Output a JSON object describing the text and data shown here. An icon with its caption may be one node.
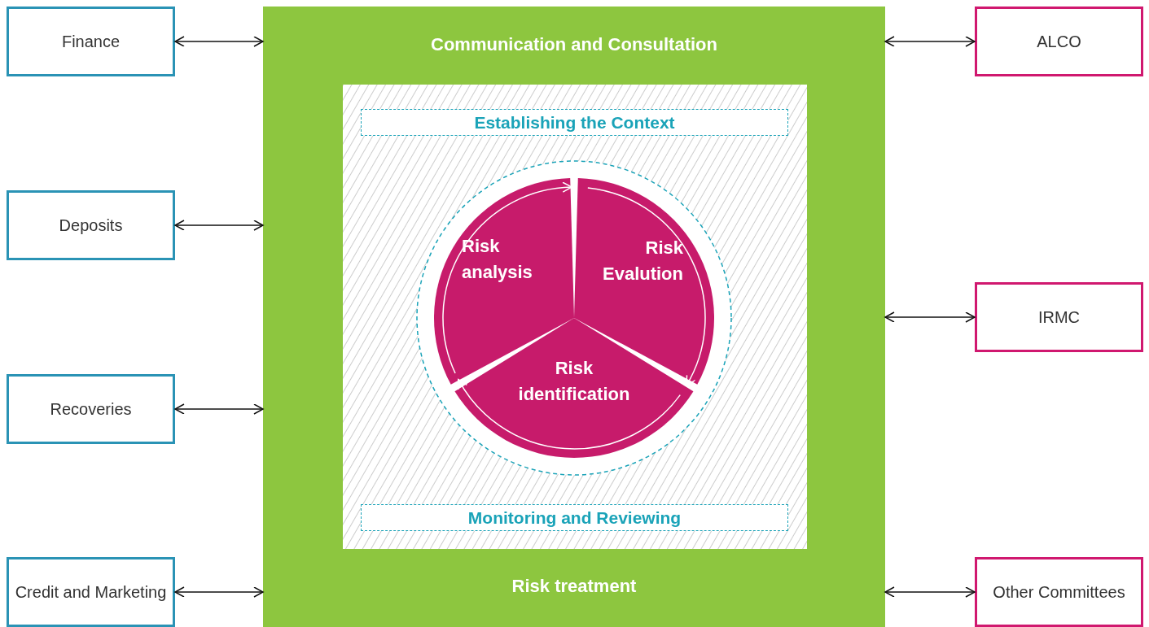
{
  "diagram": {
    "nodes": [
      {
        "text": [
          "Finance"
        ]
      },
      {
        "text": [
          "Deposits"
        ]
      },
      {
        "text": [
          "Recoveries"
        ]
      },
      {
        "text": [
          "Credit and Marketing"
        ]
      },
      {
        "text": [
          "ALCO"
        ]
      },
      {
        "text": [
          "IRMC"
        ]
      },
      {
        "text": [
          "Other Committees"
        ]
      },
      {
        "text": [
          "Communication and Consultation",
          "Risk treatment"
        ]
      },
      {
        "text": [
          "Establishing the Context"
        ],
        "in": 7
      },
      {
        "text": [
          "Risk analysis"
        ],
        "in": 7
      },
      {
        "text": [
          "Risk Evalution"
        ],
        "in": 7
      },
      {
        "text": [
          "Risk identification"
        ],
        "in": 7
      },
      {
        "text": [
          "Monitoring and Reviewing"
        ],
        "in": 7
      }
    ],
    "edges": [
      {
        "from": 0,
        "to": 7,
        "arrow": "both"
      },
      {
        "from": 1,
        "to": 7,
        "arrow": "both"
      },
      {
        "from": 2,
        "to": 7,
        "arrow": "both"
      },
      {
        "from": 3,
        "to": 7,
        "arrow": "both"
      },
      {
        "from": 4,
        "to": 7,
        "arrow": "both"
      },
      {
        "from": 5,
        "to": 7,
        "arrow": "both"
      },
      {
        "from": 6,
        "to": 7,
        "arrow": "both"
      },
      {
        "from": 9,
        "to": 10,
        "arrow": "to",
        "color": "#ffffff"
      },
      {
        "from": 10,
        "to": 11,
        "arrow": "to",
        "color": "#ffffff"
      },
      {
        "from": 11,
        "to": 9,
        "arrow": "to",
        "color": "#ffffff"
      }
    ]
  }
}
